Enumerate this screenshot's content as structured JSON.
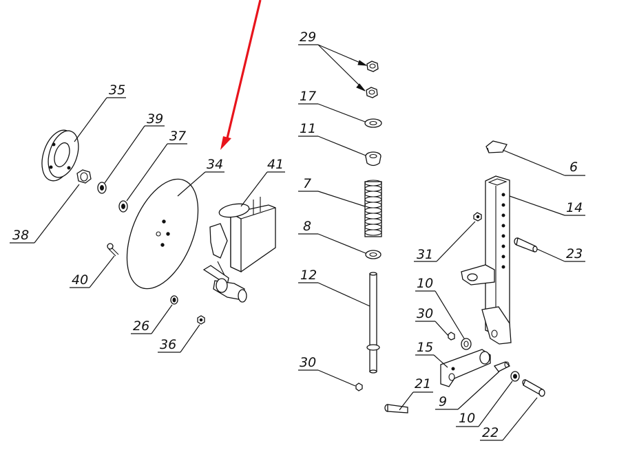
{
  "diagram": {
    "labels": {
      "p35": "35",
      "p39": "39",
      "p37": "37",
      "p34": "34",
      "p41": "41",
      "p38": "38",
      "p40": "40",
      "p26": "26",
      "p36": "36",
      "p29": "29",
      "p17": "17",
      "p11": "11",
      "p7": "7",
      "p8": "8",
      "p12": "12",
      "p30a": "30",
      "p6": "6",
      "p14": "14",
      "p31": "31",
      "p23": "23",
      "p10a": "10",
      "p30b": "30",
      "p15": "15",
      "p21": "21",
      "p9": "9",
      "p10b": "10",
      "p22": "22"
    },
    "pointer_color": "#e8141c",
    "line_color": "#111111"
  }
}
